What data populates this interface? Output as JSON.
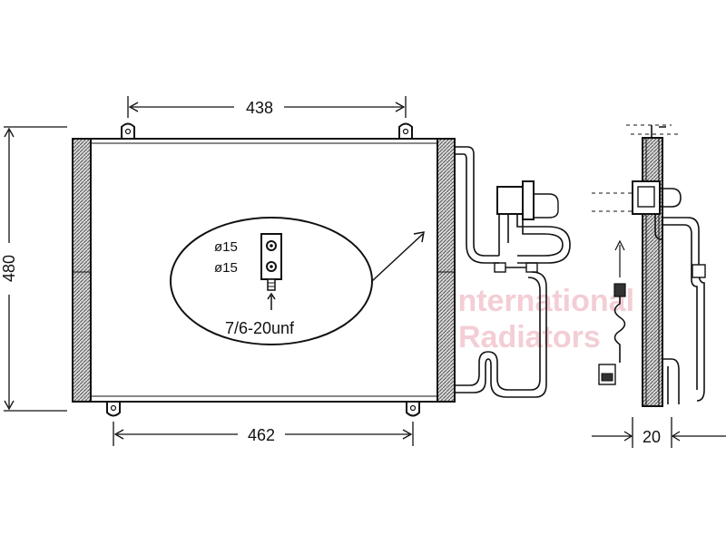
{
  "dimensions": {
    "top_width": "438",
    "bottom_width": "462",
    "height": "480",
    "depth": "20"
  },
  "detail": {
    "port1": "ø15",
    "port2": "ø15",
    "thread": "7/6-20unf"
  },
  "watermark": {
    "line1": "International",
    "line2": "Radiators"
  },
  "colors": {
    "line": "#111111",
    "core_hatch": "#7a7a7a",
    "watermark": "#f2c9d0"
  }
}
